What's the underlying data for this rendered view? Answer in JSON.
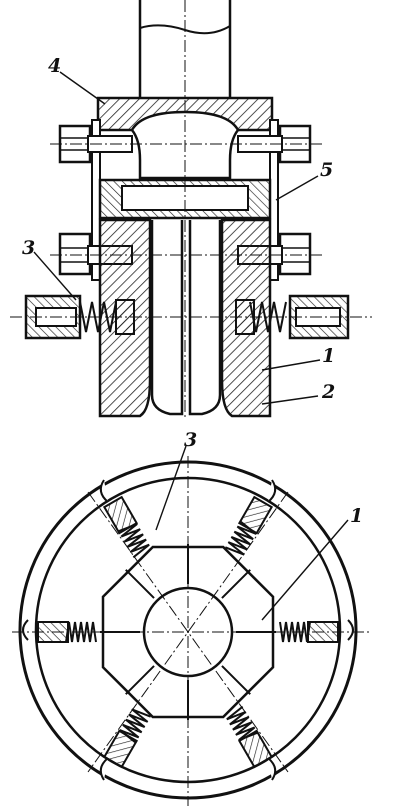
{
  "diagram": {
    "type": "technical-drawing",
    "ink_color": "#111111",
    "paper_color": "#ffffff",
    "hatch_color": "#222222",
    "callouts": {
      "top_view": [
        "4",
        "5",
        "3",
        "1",
        "2"
      ],
      "bottom_view": [
        "3",
        "1"
      ]
    }
  }
}
